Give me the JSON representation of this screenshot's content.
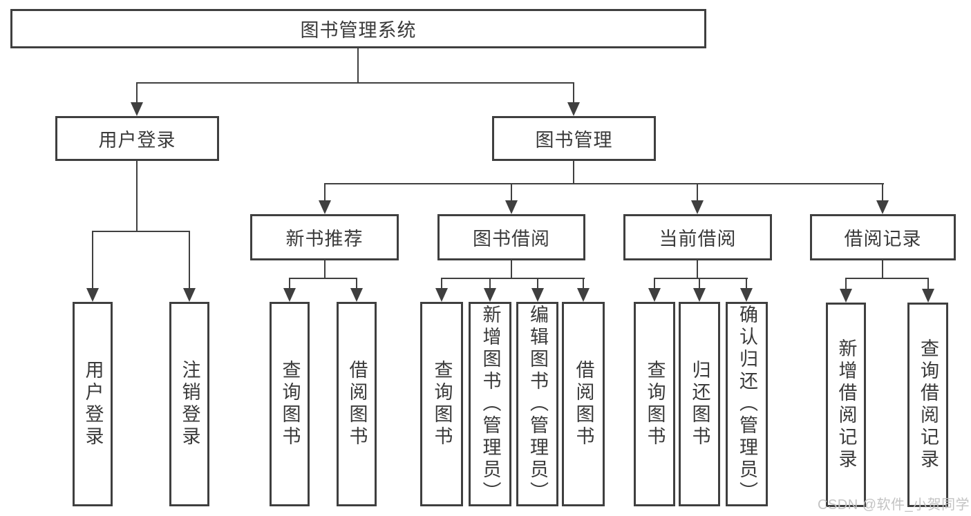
{
  "root": {
    "label": "图书管理系统"
  },
  "branches": {
    "user_login": {
      "label": "用户登录",
      "children": [
        "用户登录",
        "注销登录"
      ]
    },
    "book_management": {
      "label": "图书管理"
    }
  },
  "sections": {
    "new_books": {
      "label": "新书推荐",
      "children": [
        "查询图书",
        "借阅图书"
      ]
    },
    "book_borrow": {
      "label": "图书借阅",
      "children": [
        "查询图书",
        "新增图书（管理员）",
        "编辑图书（管理员）",
        "借阅图书"
      ]
    },
    "current_borrow": {
      "label": "当前借阅",
      "children": [
        "查询图书",
        "归还图书",
        "确认归还（管理员）"
      ]
    },
    "borrow_records": {
      "label": "借阅记录",
      "children": [
        "新增借阅记录",
        "查询借阅记录"
      ]
    }
  },
  "watermark": {
    "text": "CSDN @软件_小贺同学"
  },
  "colors": {
    "line": "#3f3f3f",
    "text": "#3a3a3a",
    "watermark": "#c3c3c3",
    "background": "#ffffff"
  }
}
